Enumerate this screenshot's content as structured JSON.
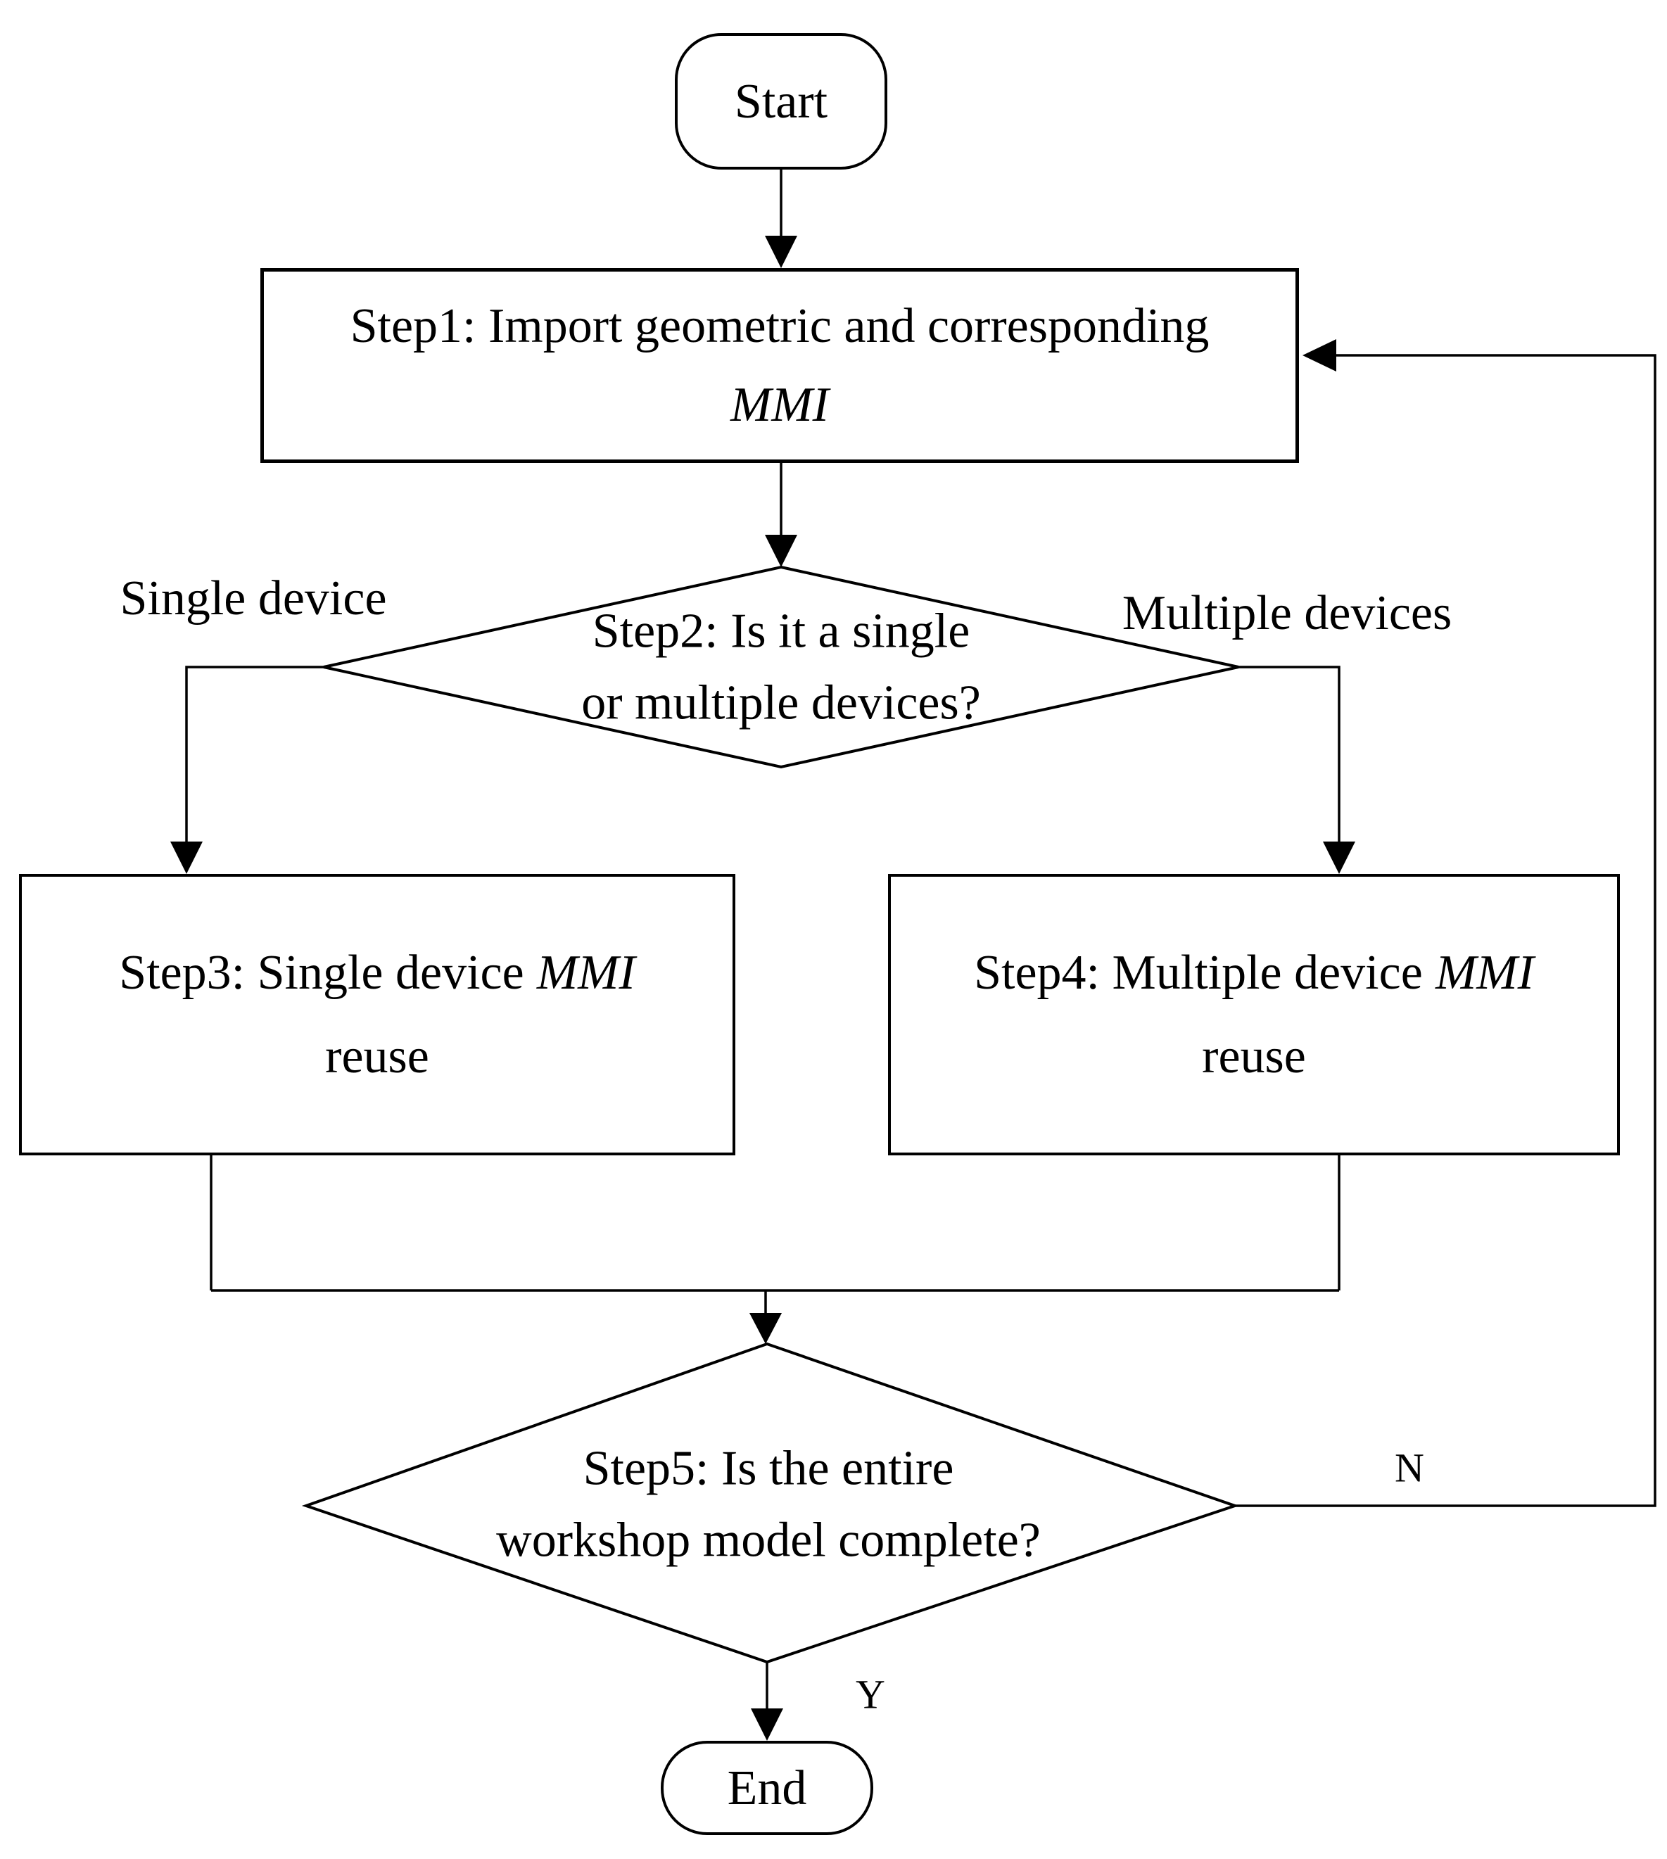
{
  "flowchart": {
    "nodes": {
      "start": {
        "label": "Start"
      },
      "step1": {
        "line1": "Step1: Import geometric and corresponding",
        "line2_italic": "MMI"
      },
      "step2": {
        "line1": "Step2: Is it a single",
        "line2": "or multiple devices?"
      },
      "step3": {
        "line1": "Step3: Single device",
        "line1_italic": "MMI",
        "line2": "reuse"
      },
      "step4": {
        "line1": "Step4: Multiple device",
        "line1_italic": "MMI",
        "line2": "reuse"
      },
      "step5": {
        "line1": "Step5: Is the entire",
        "line2": "workshop model complete?"
      },
      "end": {
        "label": "End"
      }
    },
    "edge_labels": {
      "single": "Single device",
      "multiple": "Multiple devices",
      "no": "N",
      "yes": "Y"
    },
    "colors": {
      "ink": "#000000",
      "paper": "#ffffff"
    }
  }
}
